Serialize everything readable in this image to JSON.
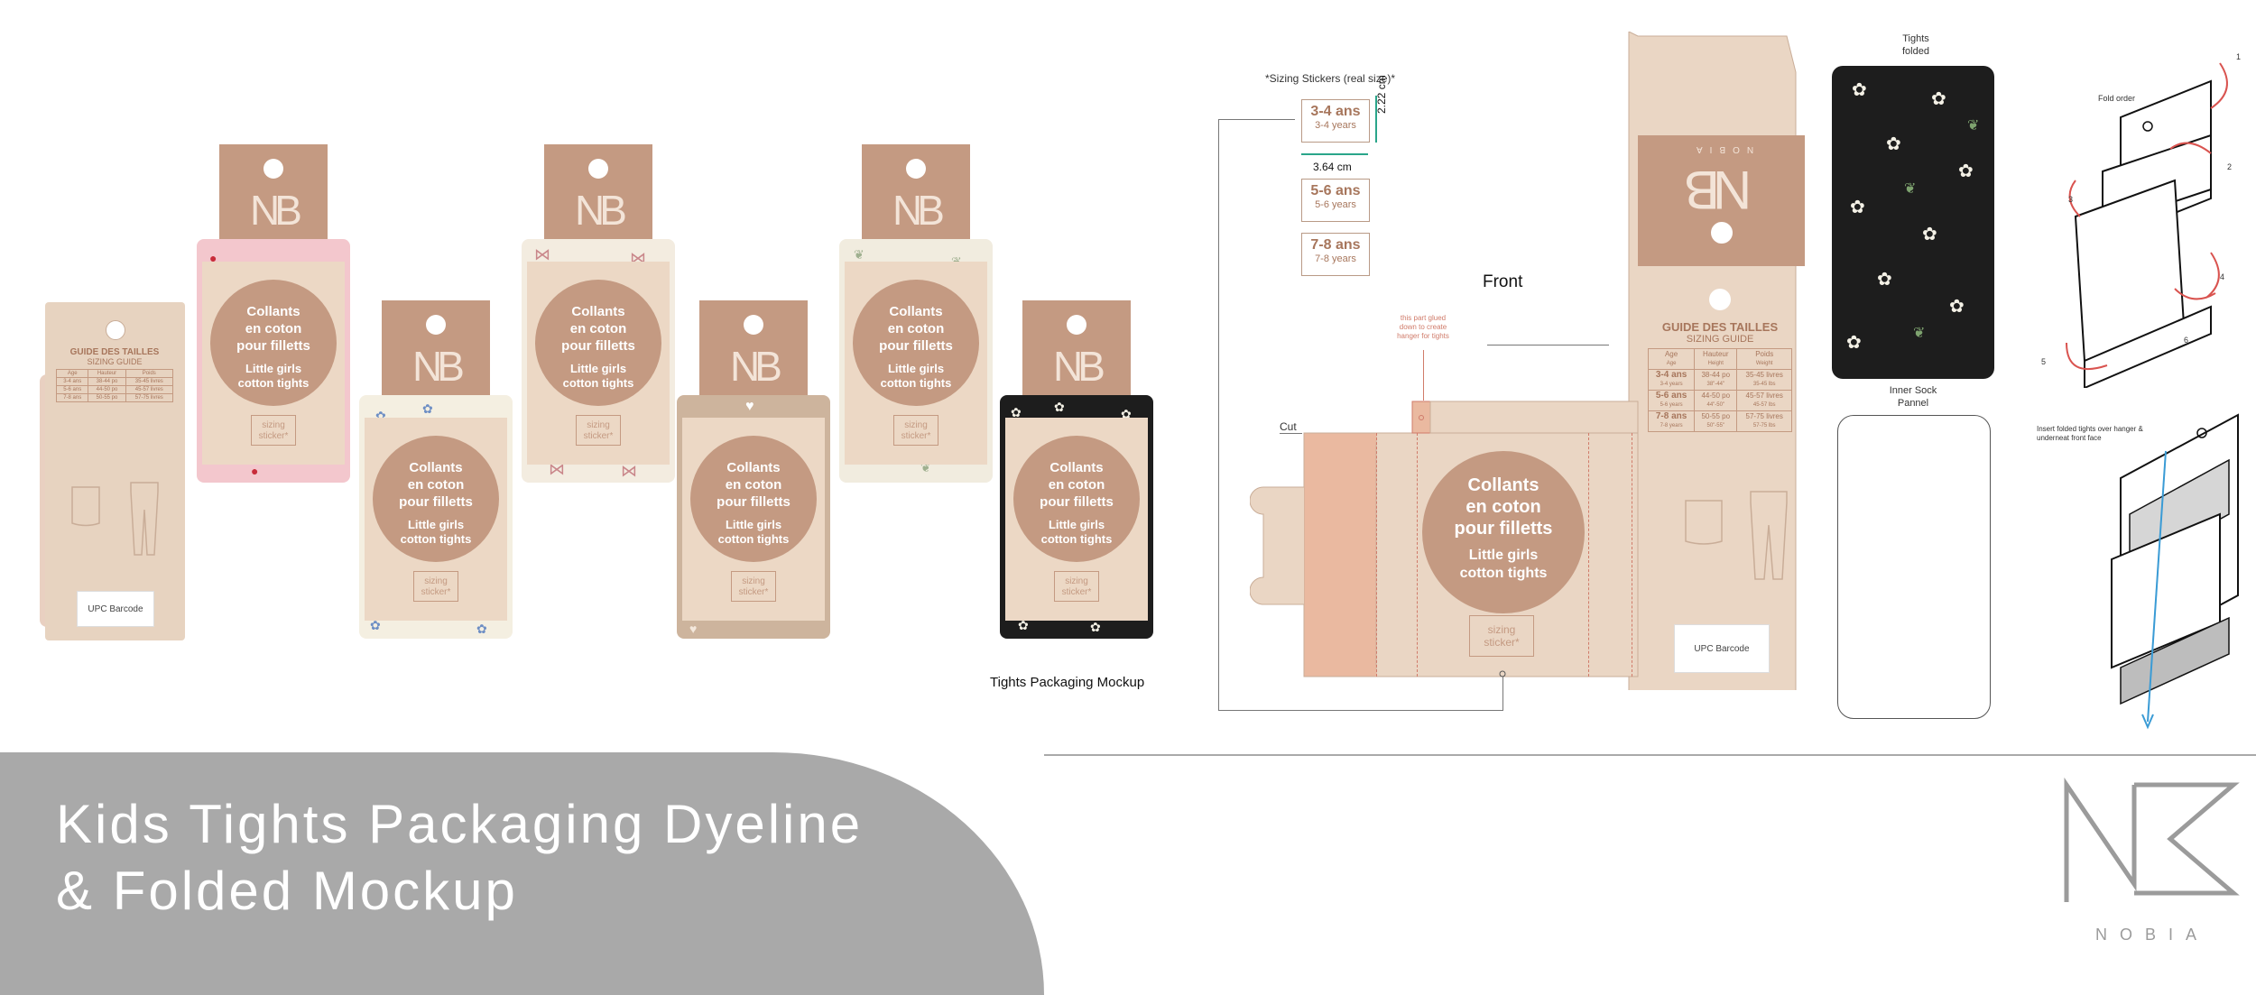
{
  "brand": {
    "monogram": "NB",
    "name": "NOBIA",
    "colors": {
      "hanger": "#c49a82",
      "wrap": "#ead6c4",
      "text_light": "#ffffff",
      "banner": "#a9a9a9",
      "dieline_stroke": "#d07b6a"
    }
  },
  "package": {
    "line1": "Collants",
    "line2": "en coton",
    "line3": "pour filletts",
    "line4": "Little girls",
    "line5": "cotton tights",
    "sticker_line1": "sizing",
    "sticker_line2": "sticker*"
  },
  "mockup": {
    "label": "Tights Packaging Mockup",
    "variants": [
      {
        "pattern": "strawberry",
        "motif_icon": "strawberry-icon"
      },
      {
        "pattern": "blue-flower",
        "motif_icon": "blue-flower-icon"
      },
      {
        "pattern": "pink-bow",
        "motif_icon": "bow-icon"
      },
      {
        "pattern": "heart",
        "motif_icon": "heart-icon"
      },
      {
        "pattern": "leaf",
        "motif_icon": "leaf-icon"
      },
      {
        "pattern": "black-floral",
        "motif_icon": "white-flower-icon"
      }
    ]
  },
  "size_guide": {
    "title": "GUIDE DES TAILLES",
    "subtitle": "SIZING GUIDE",
    "headers": [
      {
        "fr": "Age",
        "en": "Age"
      },
      {
        "fr": "Hauteur",
        "en": "Height"
      },
      {
        "fr": "Poids",
        "en": "Weight"
      }
    ],
    "rows": [
      {
        "age": "3-4 ans",
        "age_en": "3-4 years",
        "height": "38-44 po",
        "height_en": "38\"-44\"",
        "weight": "35-45 livres",
        "weight_en": "35-45 lbs"
      },
      {
        "age": "5-6 ans",
        "age_en": "5-6 years",
        "height": "44-50 po",
        "height_en": "44\"-50\"",
        "weight": "45-57 livres",
        "weight_en": "45-57 lbs"
      },
      {
        "age": "7-8 ans",
        "age_en": "7-8 years",
        "height": "50-55 po",
        "height_en": "50\"-55\"",
        "weight": "57-75 livres",
        "weight_en": "57-75 lbs"
      }
    ],
    "upc": "UPC Barcode"
  },
  "dyeline": {
    "stickers_title": "*Sizing Stickers (real size)*",
    "stickers": [
      {
        "fr": "3-4 ans",
        "en": "3-4 years"
      },
      {
        "fr": "5-6 ans",
        "en": "5-6 years"
      },
      {
        "fr": "7-8 ans",
        "en": "7-8 years"
      }
    ],
    "dim_height": "2.22 cm",
    "dim_width": "3.64 cm",
    "front_label": "Front",
    "cut_label": "Cut",
    "glue_note": "this part glued down to create hanger for tights",
    "tights_folded_label": "Tights folded",
    "inner_sock_label": "Inner Sock Pannel"
  },
  "fold_diagram": {
    "fold_order_label": "Fold order",
    "steps": [
      "1",
      "2",
      "3",
      "4",
      "5",
      "6"
    ],
    "insert_note": "Insert folded tights over hanger & underneat front face"
  },
  "banner": {
    "title_line1": "Kids Tights Packaging Dyeline",
    "title_line2": "& Folded Mockup"
  }
}
